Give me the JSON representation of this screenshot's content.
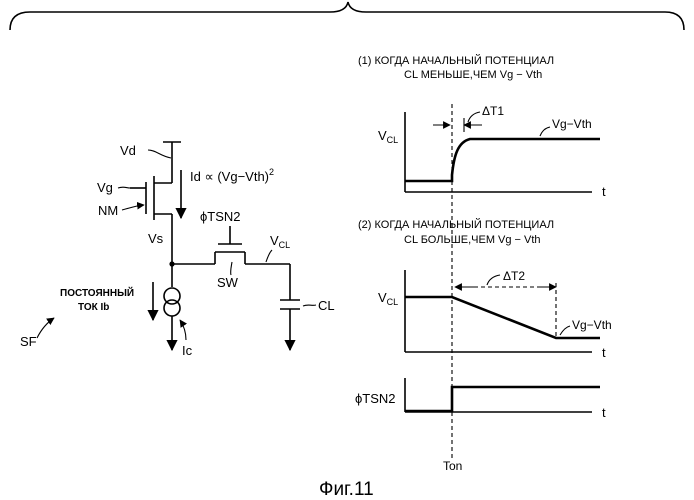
{
  "circuit": {
    "vd": "Vd",
    "vg": "Vg",
    "nm": "NM",
    "id_eq": "Id ∝ (Vg−Vth)",
    "id_exp": "2",
    "phi_tsn2": "ϕTSN2",
    "vs": "Vs",
    "vcl_main": "V",
    "vcl_sub": "CL",
    "sw": "SW",
    "const_current_l1": "ПОСТОЯННЫЙ",
    "const_current_l2": "ТОК Ib",
    "sf": "SF",
    "ic": "Ic",
    "cl": "CL"
  },
  "graph1": {
    "title_l1": "(1)  КОГДА НАЧАЛЬНЫЙ ПОТЕНЦИАЛ",
    "title_l2": "CL МЕНЬШЕ,ЧЕМ Vg − Vth",
    "delta": "ΔT1",
    "level": "Vg−Vth",
    "ylabel_main": "V",
    "ylabel_sub": "CL",
    "t": "t"
  },
  "graph2": {
    "title_l1": "(2)  КОГДА НАЧАЛЬНЫЙ ПОТЕНЦИАЛ",
    "title_l2": "CL БОЛЬШЕ,ЧЕМ Vg − Vth",
    "delta": "ΔT2",
    "level": "Vg−Vth",
    "ylabel_main": "V",
    "ylabel_sub": "CL",
    "t": "t"
  },
  "graph3": {
    "ylabel": "ϕTSN2",
    "t": "t",
    "ton": "Ton"
  },
  "caption": "Фиг.11"
}
